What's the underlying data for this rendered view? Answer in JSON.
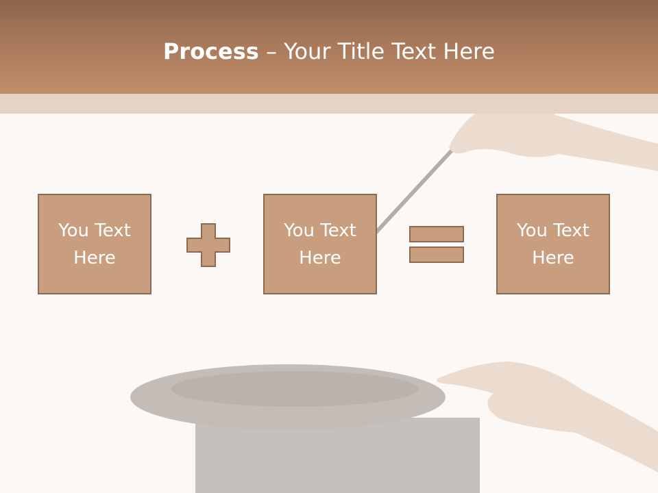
{
  "slide": {
    "title_bold": "Process",
    "title_rest": " – Your Title Text Here",
    "boxes": [
      "You Text Here",
      "You Text Here",
      "You Text Here"
    ]
  },
  "colors": {
    "header": "#a8785a",
    "box_fill": "#c99e7f",
    "box_border": "#8a6a55",
    "background": "#fcf8f5"
  },
  "icons": [
    "plus-icon",
    "equals-icon",
    "magic-wand",
    "top-hat"
  ]
}
